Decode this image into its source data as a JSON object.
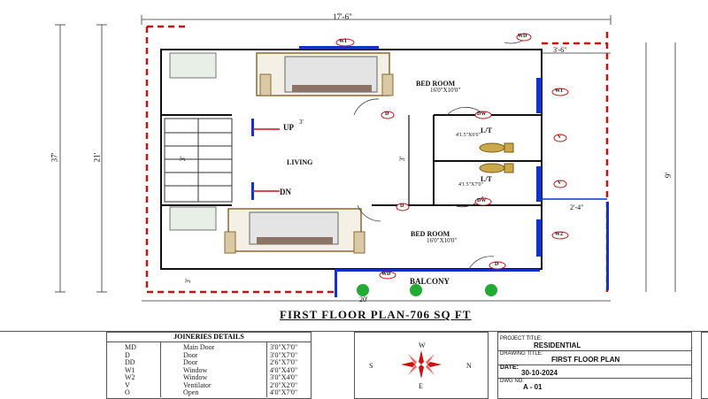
{
  "plan": {
    "overall_width_dim": "17'-6\"",
    "bottom_width_dim": "20'",
    "right_small_dim": "3'-6\"",
    "right_mid_dim": "2'-4\"",
    "left_dim_a": "37'",
    "left_dim_b": "21'",
    "right_dim": "9'",
    "stair_dim": "3'",
    "living_dim": "3'",
    "left_bottom_dim": "3'",
    "rooms": {
      "bed_room_top": {
        "name": "BED ROOM",
        "size": "16'0\"X10'0\""
      },
      "living": {
        "name": "LIVING"
      },
      "lt_top": {
        "name": "L/T",
        "size": "4'1.5\"X6'6\""
      },
      "lt_bottom": {
        "name": "L/T",
        "size": "4'1.5\"X7'0\""
      },
      "bed_room_bottom": {
        "name": "BED ROOM",
        "size": "16'0\"X10'0\""
      },
      "balcony": {
        "name": "BALCONY"
      }
    },
    "stairs": {
      "up": "UP",
      "down": "DN",
      "up_note": "3'"
    },
    "tags": {
      "w1_top": "W1",
      "w1_right": "W1",
      "d": "D",
      "d_bottom": "D",
      "dw_top": "DW",
      "dw_bottom": "DW",
      "v_top": "V",
      "v_bottom": "V",
      "wd": "WD",
      "w2_right": "W2",
      "d_balc": "D",
      "wd_balc": "WD"
    }
  },
  "title": "FIRST FLOOR PLAN-706 SQ FT",
  "joinery": {
    "heading": "JOINERIES DETAILS",
    "rows": [
      {
        "code": "MD",
        "name": "Main Door",
        "size": "3'0\"X7'0\""
      },
      {
        "code": "D",
        "name": "Door",
        "size": "3'0\"X7'0\""
      },
      {
        "code": "DD",
        "name": "Door",
        "size": "2'6\"X7'0\""
      },
      {
        "code": "W1",
        "name": "Window",
        "size": "4'0\"X4'0\""
      },
      {
        "code": "W2",
        "name": "Window",
        "size": "3'0\"X4'0\""
      },
      {
        "code": "V",
        "name": "Ventilator",
        "size": "2'0\"X2'0\""
      },
      {
        "code": "O",
        "name": "Open",
        "size": "4'0\"X7'0\""
      }
    ]
  },
  "compass": {
    "n": "N",
    "s": "S",
    "e": "E",
    "w": "W"
  },
  "project": {
    "project_title_label": "PROJECT TITLE:",
    "project_title": "RESIDENTIAL",
    "drawing_title_label": "DRAWING TITLE:",
    "drawing_title": "FIRST FLOOR PLAN",
    "date_label": "DATE:",
    "date": "30-10-2024",
    "dwg_no_label": "DWG NO:",
    "dwg_no": "A - 01"
  },
  "colors": {
    "wall": "#111111",
    "dim": "#222222",
    "red": "#cc1111",
    "blue": "#1133cc",
    "green": "#22aa33"
  }
}
